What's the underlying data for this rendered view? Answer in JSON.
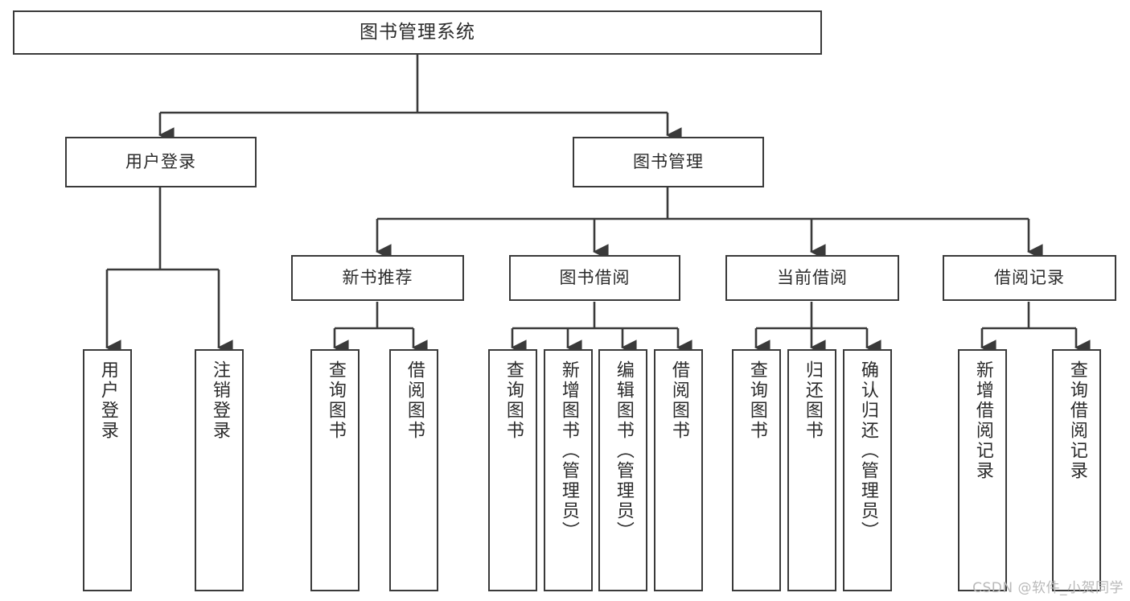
{
  "diagram": {
    "title": "图书管理系统",
    "watermark": "CSDN @软件_小贺同学",
    "stroke_color": "#3a3a3a",
    "text_color": "#2b2b2b",
    "background_color": "#ffffff",
    "nodes": {
      "root": {
        "label": "图书管理系统"
      },
      "level1": [
        {
          "id": "user-login",
          "label": "用户登录"
        },
        {
          "id": "book-manage",
          "label": "图书管理"
        }
      ],
      "level2": [
        {
          "id": "new-book-recommend",
          "label": "新书推荐"
        },
        {
          "id": "book-borrow",
          "label": "图书借阅"
        },
        {
          "id": "current-borrow",
          "label": "当前借阅"
        },
        {
          "id": "borrow-record",
          "label": "借阅记录"
        }
      ],
      "leaves": [
        {
          "id": "leaf-user-login",
          "label": "用户登录",
          "parent": "user-login"
        },
        {
          "id": "leaf-logout-login",
          "label": "注销登录",
          "parent": "user-login"
        },
        {
          "id": "leaf-query-book-1",
          "label": "查询图书",
          "parent": "new-book-recommend"
        },
        {
          "id": "leaf-borrow-book-1",
          "label": "借阅图书",
          "parent": "new-book-recommend"
        },
        {
          "id": "leaf-query-book-2",
          "label": "查询图书",
          "parent": "book-borrow"
        },
        {
          "id": "leaf-add-book",
          "label": "新增图书（管理员）",
          "parent": "book-borrow"
        },
        {
          "id": "leaf-edit-book",
          "label": "编辑图书（管理员）",
          "parent": "book-borrow"
        },
        {
          "id": "leaf-borrow-book-2",
          "label": "借阅图书",
          "parent": "book-borrow"
        },
        {
          "id": "leaf-query-book-3",
          "label": "查询图书",
          "parent": "current-borrow"
        },
        {
          "id": "leaf-return-book",
          "label": "归还图书",
          "parent": "current-borrow"
        },
        {
          "id": "leaf-confirm-return",
          "label": "确认归还（管理员）",
          "parent": "current-borrow"
        },
        {
          "id": "leaf-add-record",
          "label": "新增借阅记录",
          "parent": "borrow-record"
        },
        {
          "id": "leaf-query-record",
          "label": "查询借阅记录",
          "parent": "borrow-record"
        }
      ]
    }
  }
}
